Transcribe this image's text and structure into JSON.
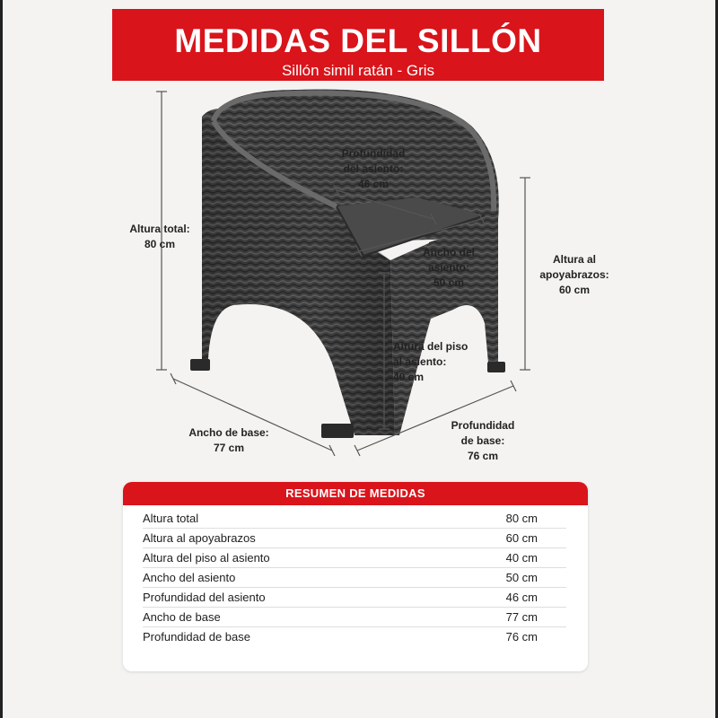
{
  "header": {
    "title": "MEDIDAS DEL SILLÓN",
    "subtitle": "Sillón simil ratán - Gris"
  },
  "colors": {
    "accent_red": "#d9141b",
    "chair_gray": "#3f3f3f",
    "background": "#f4f3f1"
  },
  "dimensions": {
    "total_height": {
      "lines": [
        "Altura total:",
        "80 cm"
      ]
    },
    "seat_depth": {
      "lines": [
        "Profundidad",
        "del asiento:",
        "46 cm"
      ]
    },
    "seat_width": {
      "lines": [
        "Ancho del",
        "asiento:",
        "50 cm"
      ]
    },
    "armrest_height": {
      "lines": [
        "Altura al",
        "apoyabrazos:",
        "60 cm"
      ]
    },
    "seat_floor_height": {
      "lines": [
        "Altura del piso",
        "al asiento:",
        "40 cm"
      ]
    },
    "base_width": {
      "lines": [
        "Ancho de base:",
        "77 cm"
      ]
    },
    "base_depth": {
      "lines": [
        "Profundidad",
        "de base:",
        "76 cm"
      ]
    }
  },
  "summary": {
    "title": "RESUMEN DE MEDIDAS",
    "rows": [
      {
        "label": "Altura total",
        "value": "80 cm"
      },
      {
        "label": "Altura al apoyabrazos",
        "value": "60 cm"
      },
      {
        "label": "Altura del piso al asiento",
        "value": "40 cm"
      },
      {
        "label": "Ancho del asiento",
        "value": "50 cm"
      },
      {
        "label": "Profundidad del asiento",
        "value": "46 cm"
      },
      {
        "label": "Ancho de base",
        "value": "77 cm"
      },
      {
        "label": "Profundidad de base",
        "value": "76 cm"
      }
    ]
  }
}
